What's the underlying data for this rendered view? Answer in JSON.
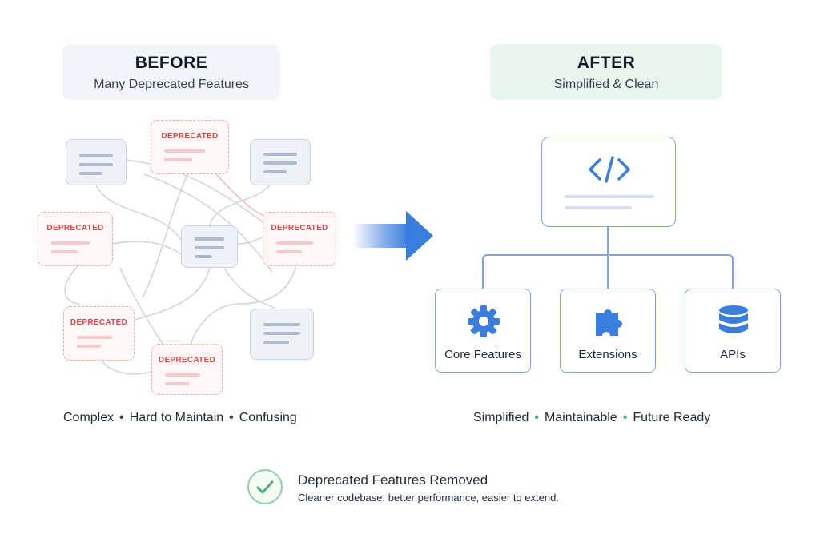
{
  "before": {
    "title": "BEFORE",
    "subtitle": "Many Deprecated Features",
    "deprecated_label": "DEPRECATED",
    "caption": [
      "Complex",
      "Hard to Maintain",
      "Confusing"
    ]
  },
  "after": {
    "title": "AFTER",
    "subtitle": "Simplified & Clean",
    "features": [
      {
        "label": "Core Features",
        "icon": "gear-icon"
      },
      {
        "label": "Extensions",
        "icon": "puzzle-icon"
      },
      {
        "label": "APIs",
        "icon": "database-icon"
      }
    ],
    "caption": [
      "Simplified",
      "Maintainable",
      "Future Ready"
    ]
  },
  "footer": {
    "title": "Deprecated Features Removed",
    "description": "Cleaner codebase, better performance, easier to extend."
  },
  "colors": {
    "accent_blue": "#3b7ddd",
    "deprecated_red": "#d84a4a",
    "success_green": "#4caf7a"
  }
}
